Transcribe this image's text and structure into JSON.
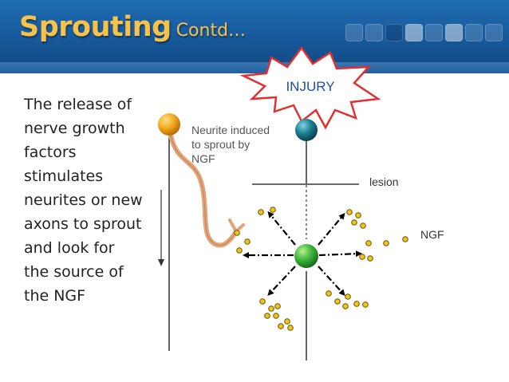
{
  "slide": {
    "title": "Sprouting",
    "title_suffix": "Contd…",
    "body_lines": [
      "The release of",
      "nerve growth",
      "factors",
      "stimulates",
      "neurites or new",
      "axons to sprout",
      "and look for",
      "the source of",
      "the NGF"
    ]
  },
  "diagram": {
    "injury_label": "INJURY",
    "neurite_label_lines": [
      "Neurite induced",
      "to sprout by",
      "NGF"
    ],
    "lesion_label": "lesion",
    "ngf_label": "NGF"
  },
  "colors": {
    "header": "#1a5fa5",
    "title": "#f6c24a",
    "neuron_left": "#f3a81c",
    "neuron_right": "#1b7a8e",
    "ngf_source": "#3cb33c",
    "ngf_dot": "#f0c419",
    "sprout": "#e0a57a",
    "injury_burst": "#e03030",
    "injury_text": "#1f4fa5"
  }
}
